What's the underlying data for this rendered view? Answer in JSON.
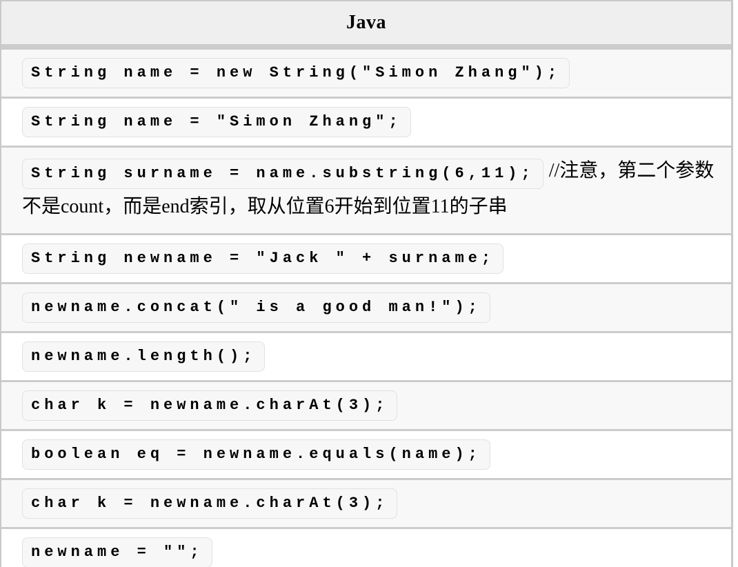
{
  "header": {
    "title": "Java"
  },
  "rows": [
    {
      "code": "String name = new String(\"Simon Zhang\");"
    },
    {
      "code": "String name = \"Simon Zhang\";"
    },
    {
      "code": "String surname = name.substring(6,11);",
      "comment": "//注意，第二个参数不是count，而是end索引，取从位置6开始到位置11的子串"
    },
    {
      "code": "String newname = \"Jack \" + surname;"
    },
    {
      "code": "newname.concat(\" is a good man!\");"
    },
    {
      "code": "newname.length();"
    },
    {
      "code": "char k = newname.charAt(3);"
    },
    {
      "code": "boolean eq = newname.equals(name);"
    },
    {
      "code": "char k = newname.charAt(3);"
    },
    {
      "code": "newname = \"\";"
    }
  ],
  "colors": {
    "header_bg": "#efefef",
    "row_bg": "#ffffff",
    "row_alt_bg": "#f8f8f8",
    "separator": "#cccccc",
    "chip_bg": "#f7f7f7",
    "chip_border": "#e1e1e1",
    "text": "#000000"
  }
}
